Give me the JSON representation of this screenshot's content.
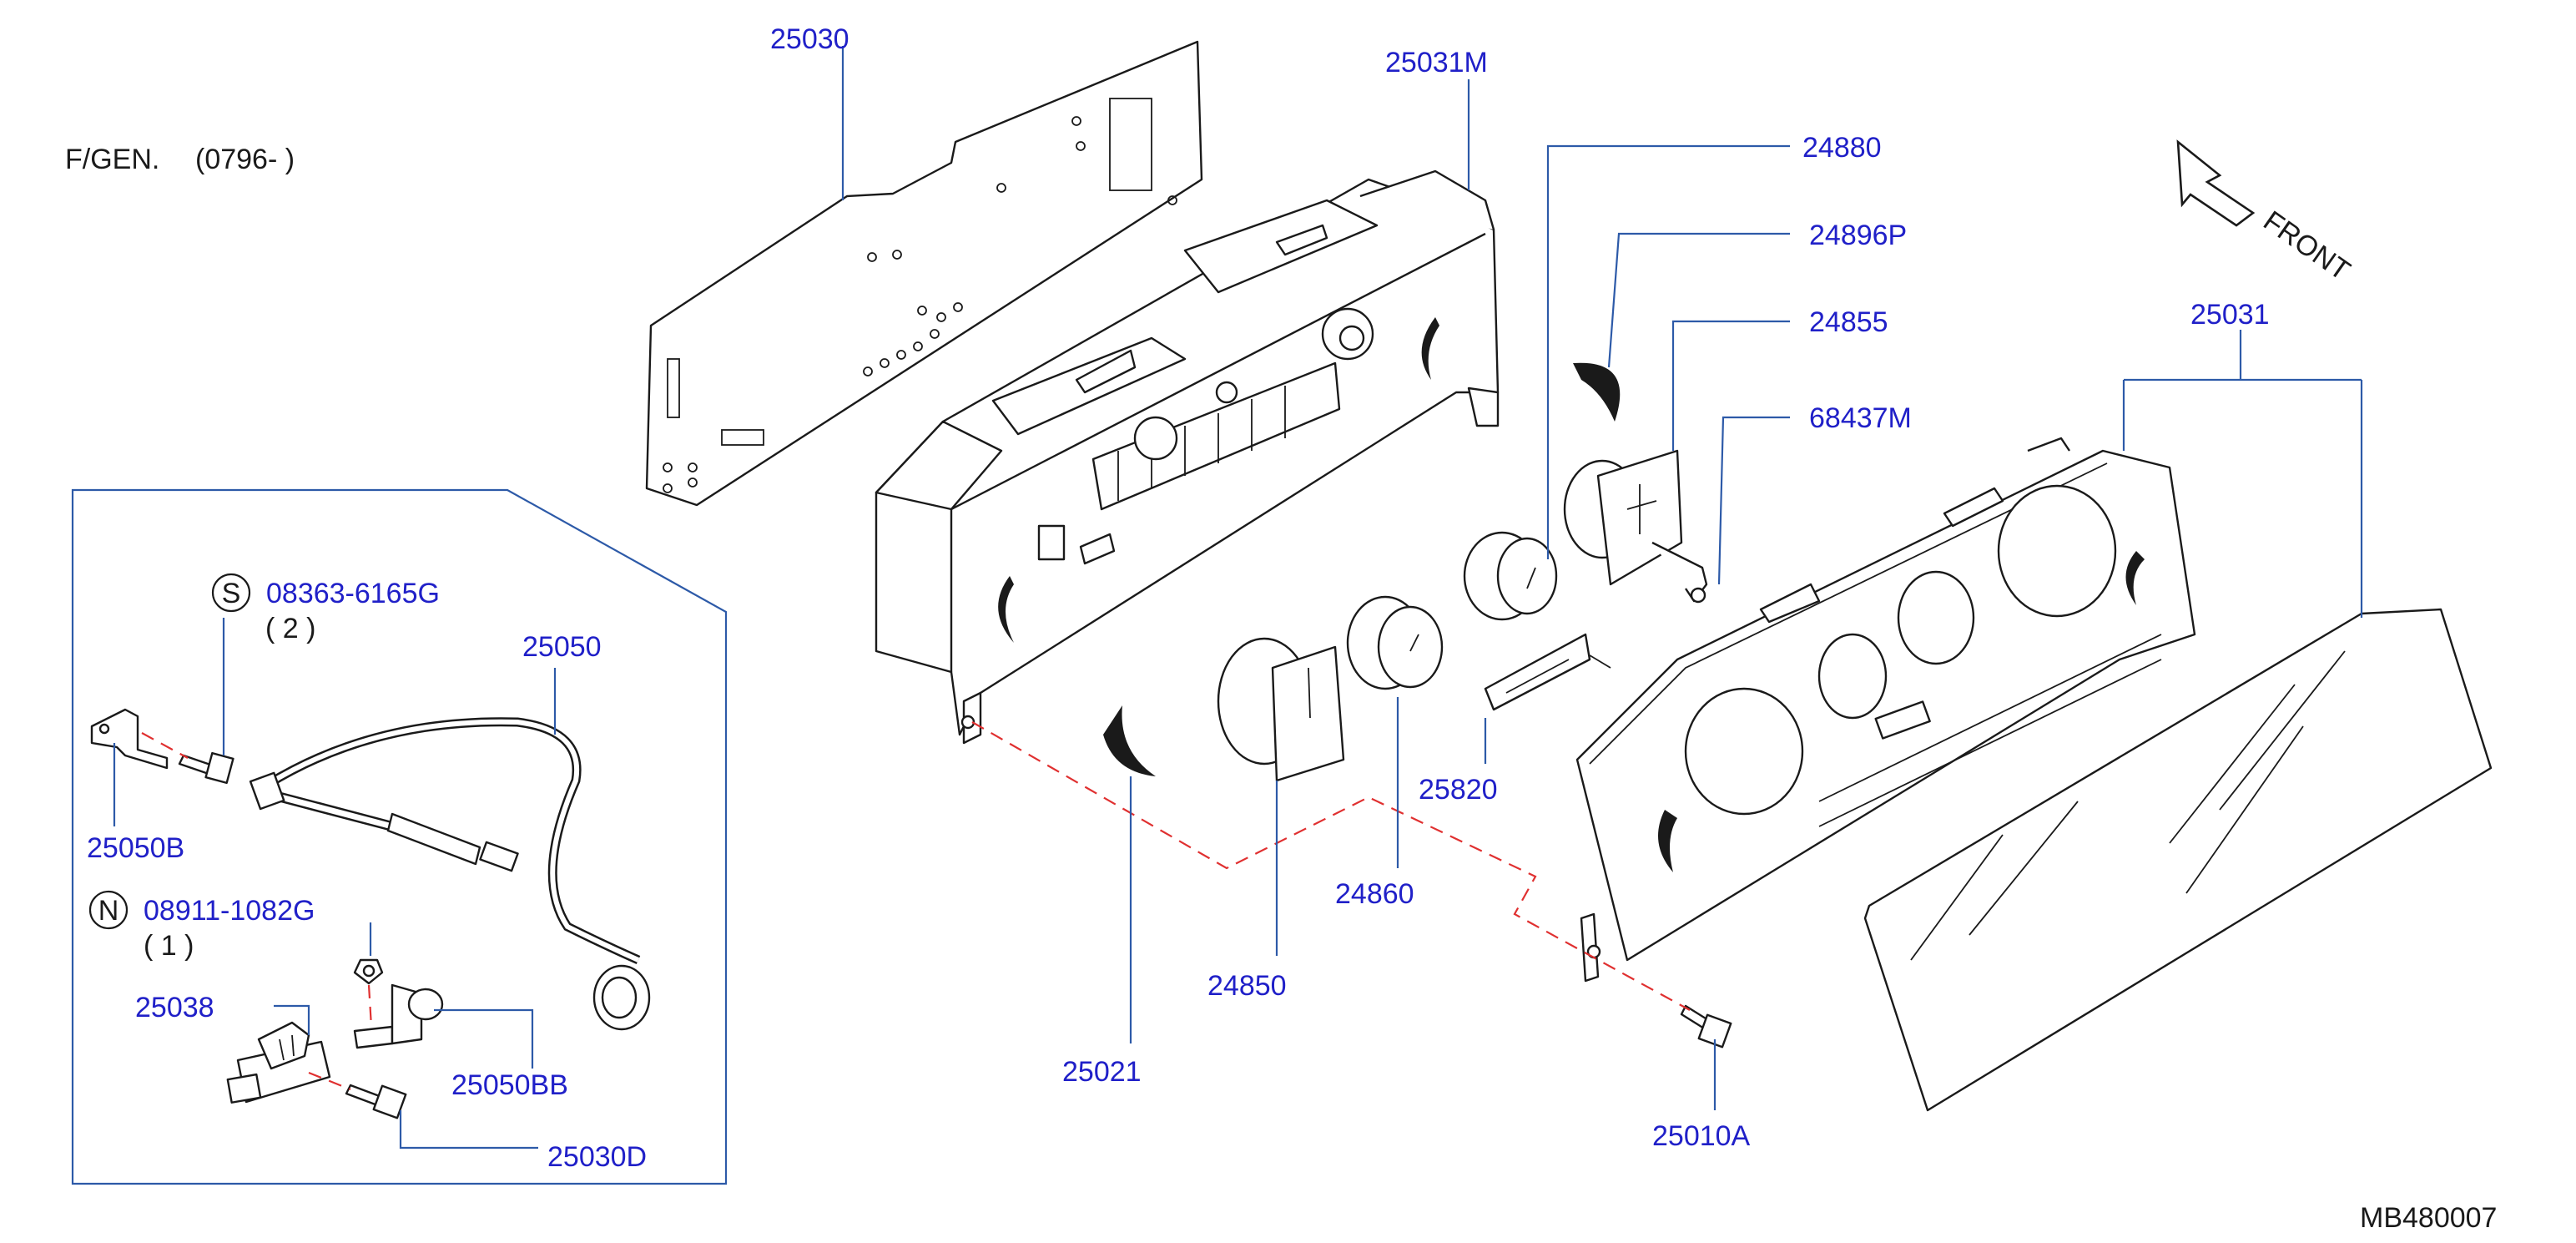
{
  "header": {
    "applicability": "F/GEN.",
    "period": "(0796-        )"
  },
  "diagram_id": "MB480007",
  "direction_label": "FRONT",
  "parts": [
    {
      "id": "p25030",
      "number": "25030"
    },
    {
      "id": "p25031M",
      "number": "25031M"
    },
    {
      "id": "p24880",
      "number": "24880"
    },
    {
      "id": "p24896P",
      "number": "24896P"
    },
    {
      "id": "p24855",
      "number": "24855"
    },
    {
      "id": "p68437M",
      "number": "68437M"
    },
    {
      "id": "p25031",
      "number": "25031"
    },
    {
      "id": "p25820",
      "number": "25820"
    },
    {
      "id": "p24860",
      "number": "24860"
    },
    {
      "id": "p24850",
      "number": "24850"
    },
    {
      "id": "p25021",
      "number": "25021"
    },
    {
      "id": "p25010A",
      "number": "25010A"
    },
    {
      "id": "p25050",
      "number": "25050"
    },
    {
      "id": "p25050B",
      "number": "25050B"
    },
    {
      "id": "p25038",
      "number": "25038"
    },
    {
      "id": "p25050BB",
      "number": "25050BB"
    },
    {
      "id": "p25030D",
      "number": "25030D"
    }
  ],
  "fasteners": [
    {
      "symbol": "S",
      "number": "08363-6165G",
      "qty": "( 2 )"
    },
    {
      "symbol": "N",
      "number": "08911-1082G",
      "qty": "( 1 )"
    }
  ]
}
